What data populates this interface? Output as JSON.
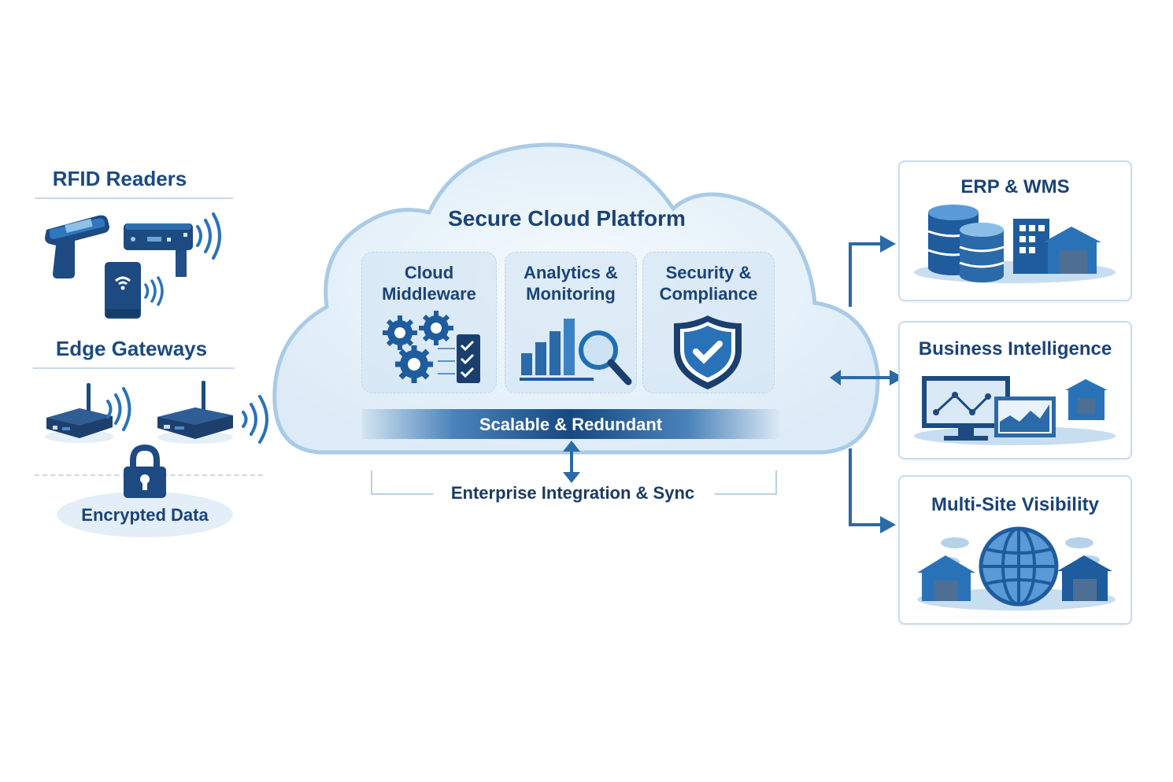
{
  "left": {
    "rfid_title": "RFID Readers",
    "edge_title": "Edge Gateways",
    "encrypted_label": "Encrypted Data"
  },
  "cloud": {
    "title": "Secure Cloud Platform",
    "panels": [
      {
        "line1": "Cloud",
        "line2": "Middleware",
        "icon": "gears-checklist-icon"
      },
      {
        "line1": "Analytics &",
        "line2": "Monitoring",
        "icon": "bar-chart-magnifier-icon"
      },
      {
        "line1": "Security &",
        "line2": "Compliance",
        "icon": "shield-check-icon"
      }
    ],
    "banner": "Scalable & Redundant",
    "integration": "Enterprise Integration & Sync"
  },
  "right": {
    "cards": [
      {
        "title": "ERP & WMS",
        "icon": "database-building-warehouse-icon"
      },
      {
        "title": "Business Intelligence",
        "icon": "monitor-chart-warehouse-icon"
      },
      {
        "title": "Multi-Site Visibility",
        "icon": "globe-warehouses-icon"
      }
    ]
  },
  "colors": {
    "navy": "#1b4375",
    "primary": "#2a6aa8",
    "accent": "#1f6fb2",
    "cloud_fill": "#e6f1fa",
    "cloud_stroke": "#a9cbe6"
  }
}
